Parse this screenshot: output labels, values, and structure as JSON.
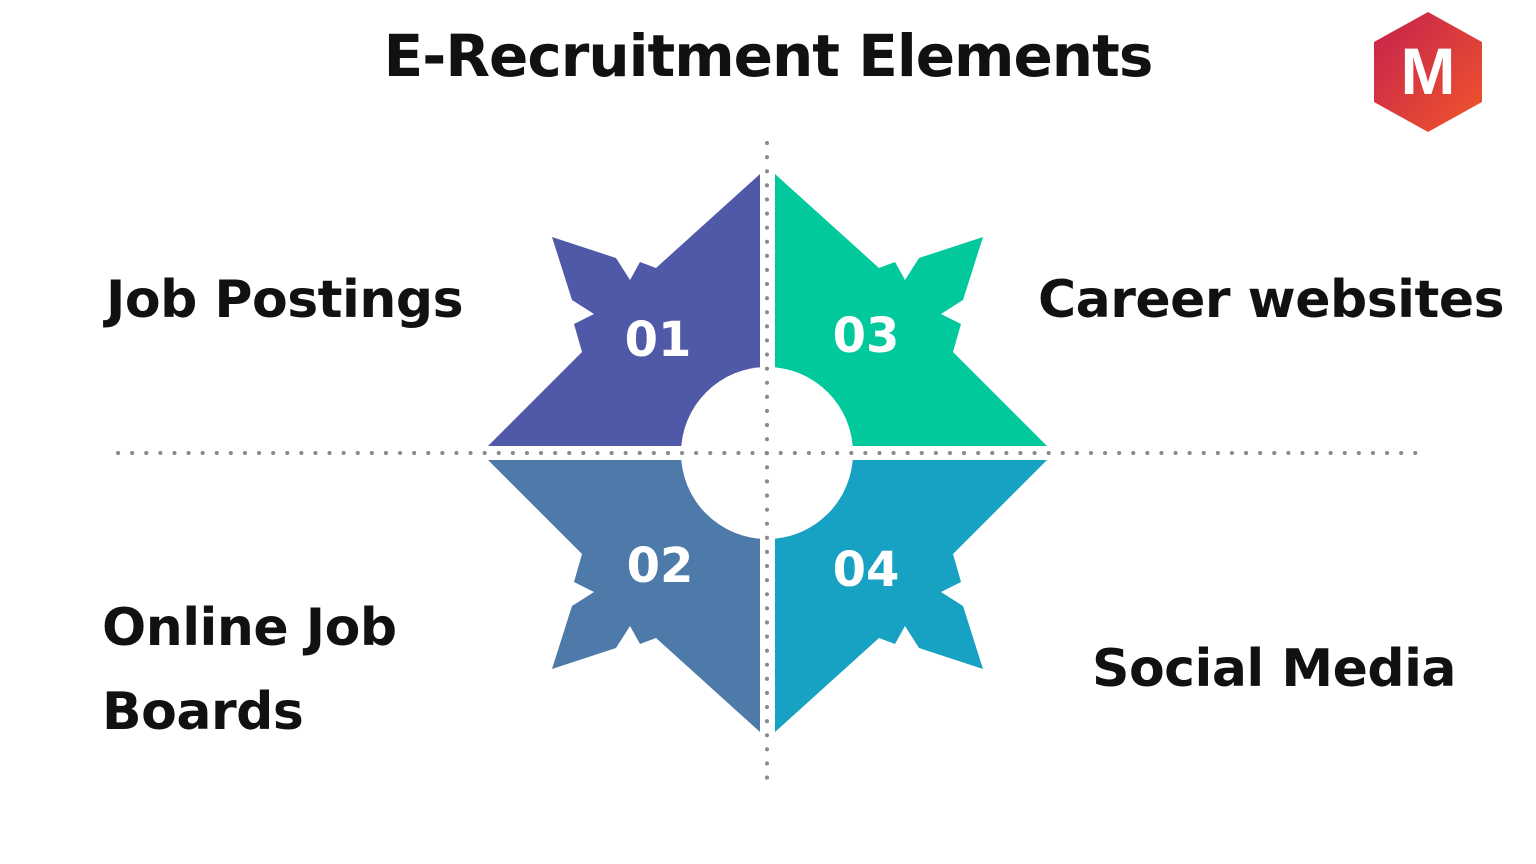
{
  "title": "E-Recruitment Elements",
  "logo": {
    "letter": "M",
    "icon": "brand-hexagon-logo"
  },
  "segments": [
    {
      "number": "01",
      "label": "Job Postings",
      "color": "#5058a8"
    },
    {
      "number": "02",
      "label": "Online Job Boards",
      "color": "#4d7aa8"
    },
    {
      "number": "03",
      "label": "Career websites",
      "color": "#02c99b"
    },
    {
      "number": "04",
      "label": "Social Media",
      "color": "#17a1c2"
    }
  ],
  "colors": {
    "title_text": "#111111",
    "divider": "#8a8a8a",
    "logo_gradient_start": "#c4214f",
    "logo_gradient_end": "#f0562a"
  }
}
